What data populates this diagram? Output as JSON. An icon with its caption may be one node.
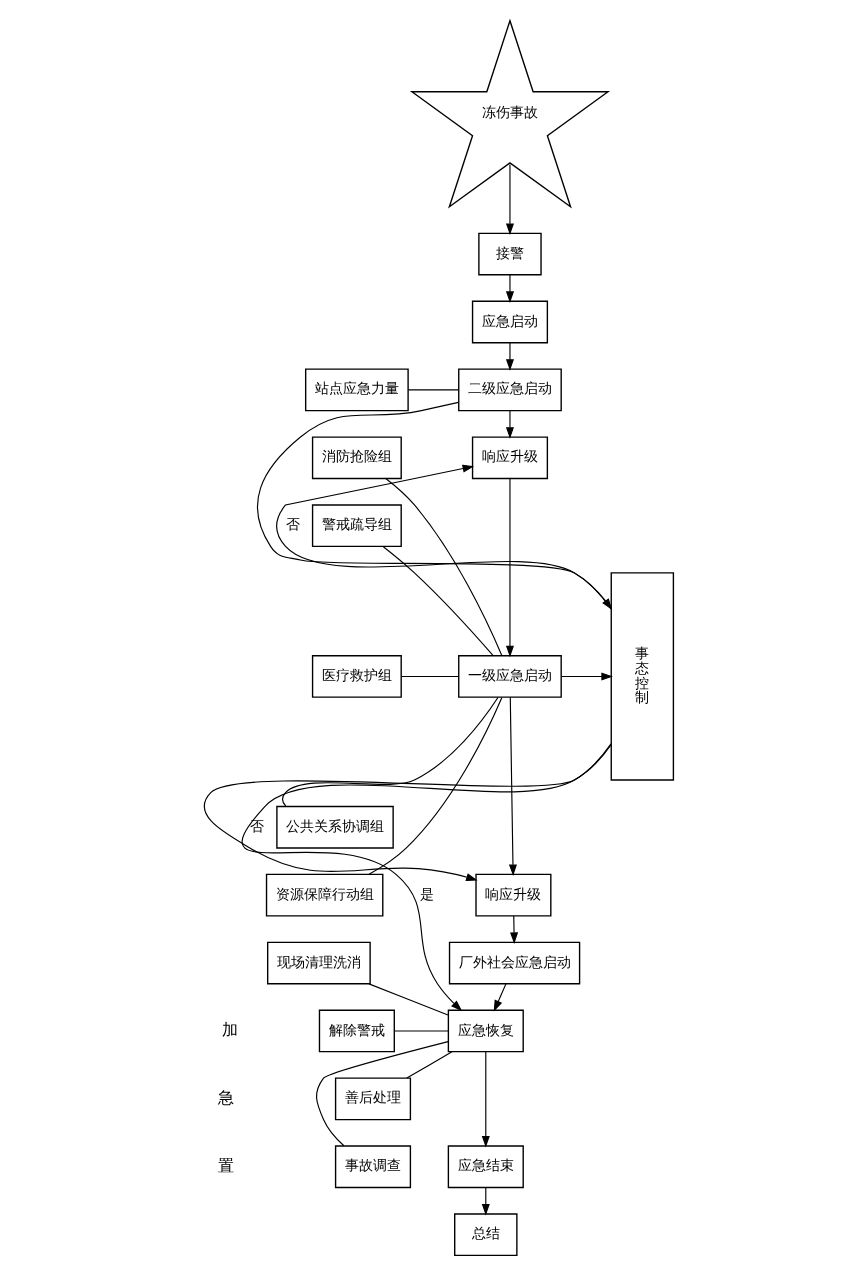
{
  "diagram": {
    "nodes": [
      {
        "text": [
          "冻伤事故"
        ]
      },
      {
        "text": [
          "接警"
        ]
      },
      {
        "text": [
          "应急启动"
        ]
      },
      {
        "text": [
          "站点应急力量"
        ]
      },
      {
        "text": [
          "二级应急启动"
        ]
      },
      {
        "text": [
          "事态控制"
        ]
      },
      {
        "text": [
          "响应升级"
        ]
      },
      {
        "text": [
          "消防抢险组"
        ]
      },
      {
        "text": [
          "警戒疏导组"
        ]
      },
      {
        "text": [
          "医疗救护组"
        ]
      },
      {
        "text": [
          "公共关系协调组"
        ]
      },
      {
        "text": [
          "资源保障行动组"
        ]
      },
      {
        "text": [
          "一级应急启动"
        ]
      },
      {
        "text": [
          "响应升级"
        ]
      },
      {
        "text": [
          "厂外社会应急启动"
        ]
      },
      {
        "text": [
          "现场清理洗消"
        ]
      },
      {
        "text": [
          "解除警戒"
        ]
      },
      {
        "text": [
          "善后处理"
        ]
      },
      {
        "text": [
          "事故调查"
        ]
      },
      {
        "text": [
          "应急恢复"
        ]
      },
      {
        "text": [
          "应急结束"
        ]
      },
      {
        "text": [
          "总结"
        ]
      }
    ],
    "edges": [
      {
        "from": 0,
        "to": 1,
        "arrow": "to"
      },
      {
        "from": 1,
        "to": 2,
        "arrow": "to"
      },
      {
        "from": 2,
        "to": 4,
        "arrow": "to"
      },
      {
        "from": 3,
        "to": 4,
        "arrow": "none"
      },
      {
        "from": 4,
        "to": 5,
        "arrow": "to"
      },
      {
        "from": 4,
        "to": 6,
        "arrow": "to"
      },
      {
        "from": 5,
        "to": 6,
        "arrow": "to",
        "label": "否"
      },
      {
        "from": 6,
        "to": 12,
        "arrow": "to"
      },
      {
        "from": 7,
        "to": 12,
        "arrow": "none"
      },
      {
        "from": 8,
        "to": 12,
        "arrow": "none"
      },
      {
        "from": 9,
        "to": 12,
        "arrow": "none"
      },
      {
        "from": 10,
        "to": 12,
        "arrow": "none"
      },
      {
        "from": 11,
        "to": 12,
        "arrow": "none"
      },
      {
        "from": 12,
        "to": 5,
        "arrow": "to"
      },
      {
        "from": 12,
        "to": 13,
        "arrow": "to"
      },
      {
        "from": 5,
        "to": 13,
        "arrow": "to",
        "label": "否"
      },
      {
        "from": 13,
        "to": 14,
        "arrow": "to"
      },
      {
        "from": 14,
        "to": 19,
        "arrow": "to"
      },
      {
        "from": 5,
        "to": 19,
        "arrow": "to",
        "label": "是"
      },
      {
        "from": 15,
        "to": 19,
        "arrow": "none"
      },
      {
        "from": 16,
        "to": 19,
        "arrow": "none"
      },
      {
        "from": 17,
        "to": 19,
        "arrow": "none"
      },
      {
        "from": 18,
        "to": 19,
        "arrow": "none"
      },
      {
        "from": 19,
        "to": 20,
        "arrow": "to"
      },
      {
        "from": 20,
        "to": 21,
        "arrow": "to"
      }
    ],
    "labels": [
      "加",
      "急",
      "置"
    ]
  }
}
